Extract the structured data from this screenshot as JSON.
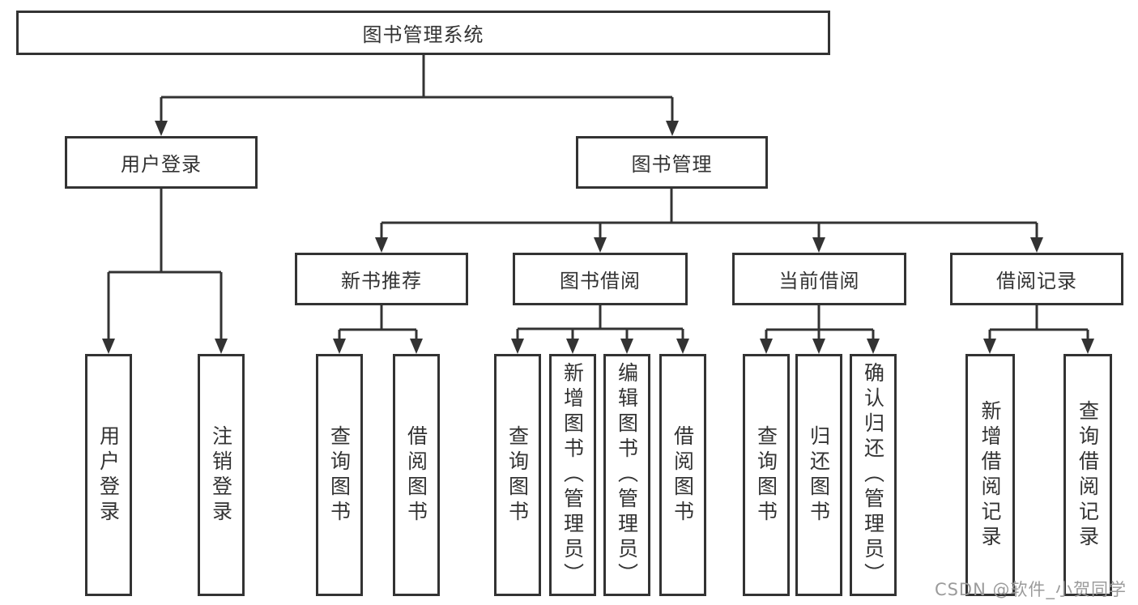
{
  "diagram_type": "hierarchy-tree",
  "tree": {
    "label": "图书管理系统",
    "children": [
      {
        "label": "用户登录",
        "children": [
          {
            "label": "用户登录"
          },
          {
            "label": "注销登录"
          }
        ]
      },
      {
        "label": "图书管理",
        "children": [
          {
            "label": "新书推荐",
            "children": [
              {
                "label": "查询图书"
              },
              {
                "label": "借阅图书"
              }
            ]
          },
          {
            "label": "图书借阅",
            "children": [
              {
                "label": "查询图书"
              },
              {
                "label": "新增图书（管理员）"
              },
              {
                "label": "编辑图书（管理员）"
              },
              {
                "label": "借阅图书"
              }
            ]
          },
          {
            "label": "当前借阅",
            "children": [
              {
                "label": "查询图书"
              },
              {
                "label": "归还图书"
              },
              {
                "label": "确认归还（管理员）"
              }
            ]
          },
          {
            "label": "借阅记录",
            "children": [
              {
                "label": "新增借阅记录"
              },
              {
                "label": "查询借阅记录"
              }
            ]
          }
        ]
      }
    ]
  },
  "watermark": "CSDN @软件_小贺同学",
  "colors": {
    "line": "#333333",
    "box_border": "#333333",
    "box_background": "#ffffff",
    "text": "#333333",
    "watermark_text": "#9b9b9b",
    "page_background": "#ffffff"
  }
}
